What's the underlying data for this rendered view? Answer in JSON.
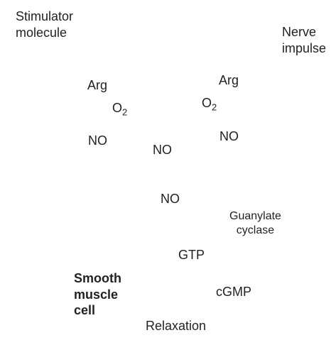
{
  "stimulator": [
    "Stimulator",
    "molecule"
  ],
  "nerve": [
    "Nerve",
    "impulse"
  ],
  "left": {
    "arg": "Arg",
    "o2_base": "O",
    "o2_sub": "2",
    "no": "NO"
  },
  "right": {
    "arg": "Arg",
    "o2_base": "O",
    "o2_sub": "2",
    "no": "NO"
  },
  "center_no": "NO",
  "lower_no": "NO",
  "guanylate": [
    "Guanylate",
    "cyclase"
  ],
  "gtp": "GTP",
  "cgmp": "cGMP",
  "smooth_muscle": [
    "Smooth",
    "muscle",
    "cell"
  ],
  "relaxation": "Relaxation"
}
